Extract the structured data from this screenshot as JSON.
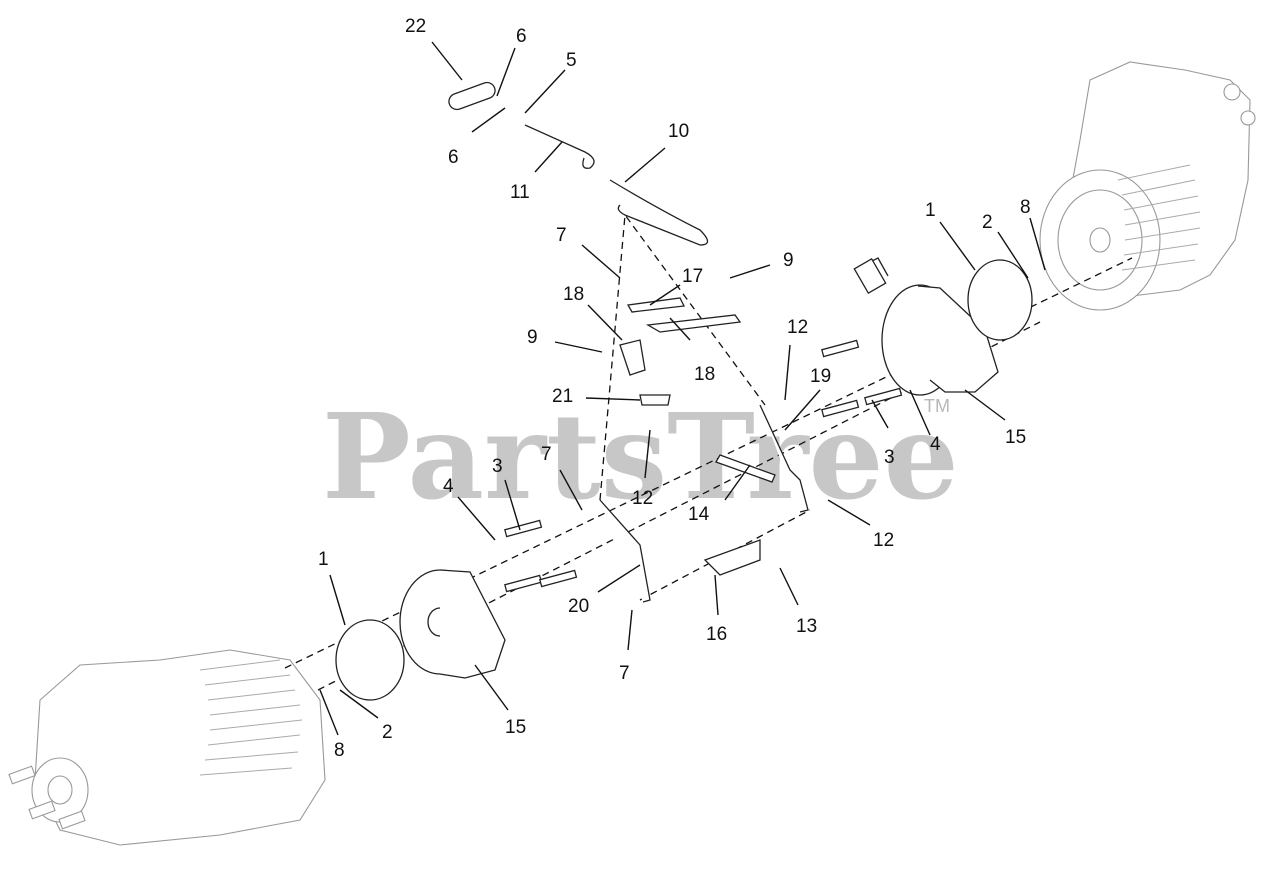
{
  "watermark": {
    "text": "PartsTree",
    "tm": "TM"
  },
  "callouts": {
    "c22": "22",
    "c6a": "6",
    "c5": "5",
    "c6b": "6",
    "c11": "11",
    "c10": "10",
    "c7a": "7",
    "c17": "17",
    "c9a": "9",
    "c18a": "18",
    "c9b": "9",
    "c18b": "18",
    "c21": "21",
    "c12a": "12",
    "c19": "19",
    "c1a": "1",
    "c2a": "2",
    "c8a": "8",
    "c3a": "3",
    "c4a": "4",
    "c15a": "15",
    "c7b": "7",
    "c12b": "12",
    "c14": "14",
    "c12c": "12",
    "c3b": "3",
    "c4b": "4",
    "c1b": "1",
    "c20": "20",
    "c16": "16",
    "c13": "13",
    "c7c": "7",
    "c2b": "2",
    "c8b": "8",
    "c15b": "15"
  }
}
